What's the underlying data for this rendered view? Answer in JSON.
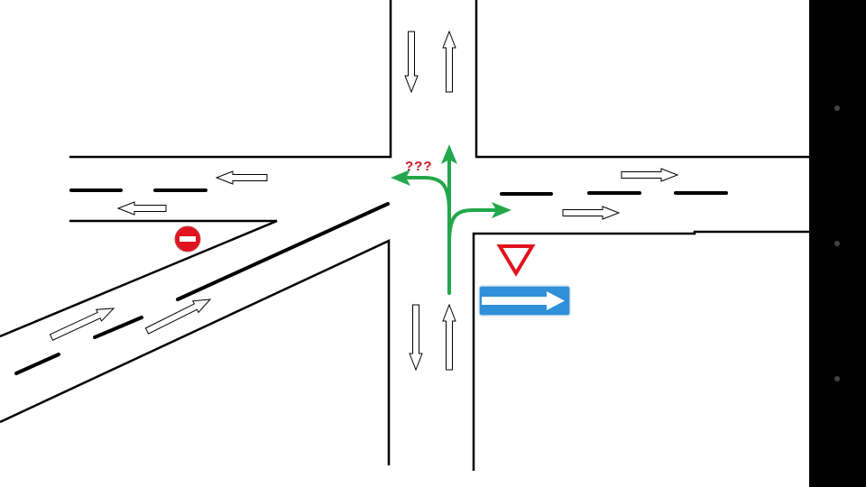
{
  "diagram": {
    "question_label": "???",
    "colors": {
      "road_line": "#000000",
      "route_arrow": "#22a84a",
      "question": "#d0101a",
      "yield_sign": "#e0141e",
      "one_way_sign": "#2f8fd8",
      "no_entry_sign": "#e0141e"
    },
    "signs": [
      {
        "name": "no-entry",
        "icon": "no-entry-sign-icon"
      },
      {
        "name": "yield",
        "icon": "yield-sign-icon"
      },
      {
        "name": "one-way-right",
        "icon": "one-way-sign-icon"
      }
    ],
    "route": [
      "straight",
      "left",
      "right"
    ]
  },
  "navbar": {
    "buttons": [
      "back",
      "home",
      "recent"
    ]
  }
}
